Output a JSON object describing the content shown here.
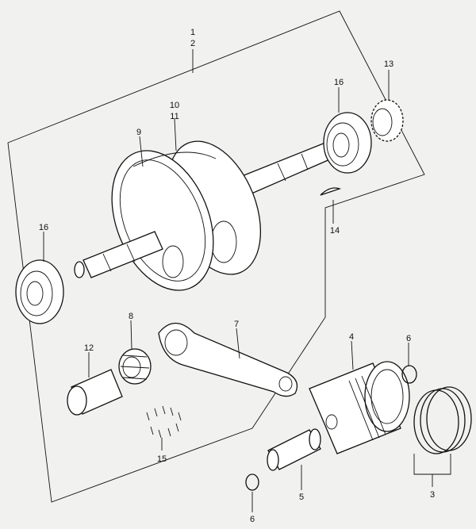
{
  "diagram": {
    "labels": {
      "crankshaft_assembly_1": "1",
      "crankshaft_assembly_2": "2",
      "flywheel_left_10": "10",
      "flywheel_left_11": "11",
      "flywheel_right_9": "9",
      "bearing_right_16": "16",
      "gear_13": "13",
      "woodruff_key_14": "14",
      "bearing_left_16": "16",
      "needle_cage_8": "8",
      "connecting_rod_7": "7",
      "crank_pin_12": "12",
      "piston_4": "4",
      "clip_top_6": "6",
      "piston_rings_3": "3",
      "piston_pin_5": "5",
      "clip_bottom_6": "6",
      "rollers_15": "15"
    },
    "colors": {
      "line": "#111111",
      "paper": "#f1f1ef",
      "part_fill": "#ffffff",
      "shade": "#8a8a8a"
    }
  }
}
